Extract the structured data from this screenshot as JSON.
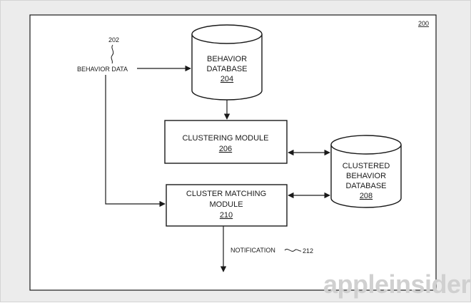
{
  "figure": {
    "ref": "200"
  },
  "behavior_data": {
    "label": "BEHAVIOR DATA",
    "ref": "202"
  },
  "behavior_database": {
    "line1": "BEHAVIOR",
    "line2": "DATABASE",
    "ref": "204"
  },
  "clustering_module": {
    "label": "CLUSTERING MODULE",
    "ref": "206"
  },
  "clustered_database": {
    "line1": "CLUSTERED",
    "line2": "BEHAVIOR",
    "line3": "DATABASE",
    "ref": "208"
  },
  "cluster_matching_module": {
    "line1": "CLUSTER MATCHING",
    "line2": "MODULE",
    "ref": "210"
  },
  "notification": {
    "label": "NOTIFICATION",
    "ref": "212"
  },
  "watermark": {
    "text": "appleinsider"
  },
  "colors": {
    "line": "#1a1a1a",
    "background": "#ececec",
    "panel": "#ffffff",
    "watermark": "#d0d0d0"
  }
}
